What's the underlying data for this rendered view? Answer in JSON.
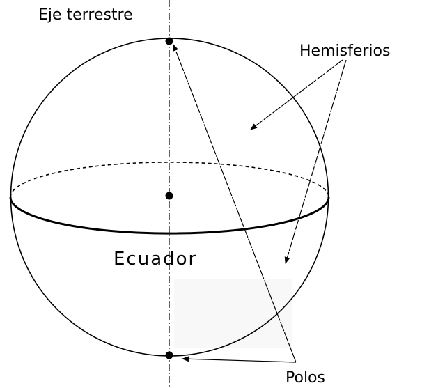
{
  "labels": {
    "axis": "Eje terrestre",
    "hemispheres": "Hemisferios",
    "equator": "Ecuador",
    "poles": "Polos"
  },
  "colors": {
    "ink": "#000000",
    "background": "#ffffff"
  }
}
